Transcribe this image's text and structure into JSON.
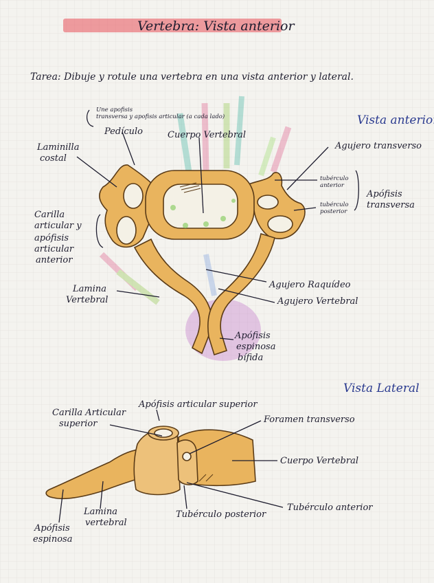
{
  "title": "Vertebra: Vista anterior",
  "task": "Tarea: Dibuje y rotule una vertebra en una vista anterior y lateral.",
  "anterior": {
    "heading": "Vista anterior",
    "note_line1": "Une apofisis",
    "note_line2": "transversa y apofisis articular (a cada lado)",
    "pediculo": "Pedículo",
    "cuerpo": "Cuerpo Vertebral",
    "laminilla_1": "Laminilla",
    "laminilla_2": "costal",
    "carilla_1": "Carilla",
    "carilla_2": "articular y",
    "carilla_3": "apófisis",
    "carilla_4": "articular",
    "carilla_5": "anterior",
    "lamina_1": "Lamina",
    "lamina_2": "Vertebral",
    "agujero_transverso": "Agujero transverso",
    "tuberculo_anterior_1": "tubérculo",
    "tuberculo_anterior_2": "anterior",
    "tuberculo_posterior_1": "tubérculo",
    "tuberculo_posterior_2": "posterior",
    "apofisis_transversa_1": "Apófisis",
    "apofisis_transversa_2": "transversa",
    "agujero_raquideo": "Agujero Raquídeo",
    "agujero_vertebral": "Agujero Vertebral",
    "espinosa_1": "Apófisis",
    "espinosa_2": "espinosa",
    "espinosa_3": "bífida"
  },
  "lateral": {
    "heading": "Vista Lateral",
    "apofisis_articular_superior": "Apófisis articular superior",
    "carilla_1": "Carilla Articular",
    "carilla_2": "superior",
    "foramen": "Foramen transverso",
    "cuerpo": "Cuerpo Vertebral",
    "tuberculo_anterior": "Tubérculo anterior",
    "tuberculo_posterior": "Tubérculo posterior",
    "lamina_1": "Lamina",
    "lamina_2": "vertebral",
    "espinosa_1": "Apófisis",
    "espinosa_2": "espinosa"
  },
  "colors": {
    "highlight": "#e8505a",
    "ink": "#1d1c2e",
    "heading_ink": "#2a3a8f",
    "bone": "#e9b45e"
  }
}
